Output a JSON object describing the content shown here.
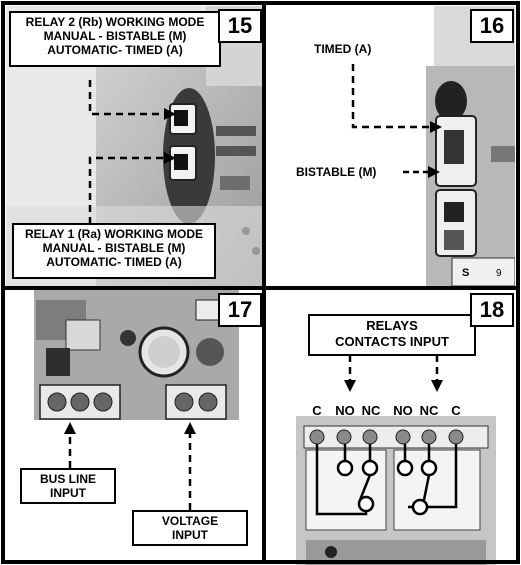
{
  "panel15": {
    "number": "15",
    "relay2_box": [
      "RELAY 2 (Rb) WORKING MODE",
      "MANUAL - BISTABLE (M)",
      "AUTOMATIC- TIMED (A)"
    ],
    "relay1_box": [
      "RELAY 1 (Ra) WORKING MODE",
      "MANUAL - BISTABLE (M)",
      "AUTOMATIC- TIMED (A)"
    ]
  },
  "panel16": {
    "number": "16",
    "timed_label": "TIMED (A)",
    "bistable_label": "BISTABLE (M)"
  },
  "panel17": {
    "number": "17",
    "bus_box": [
      "BUS LINE",
      "INPUT"
    ],
    "voltage_box": [
      "VOLTAGE",
      "INPUT"
    ]
  },
  "panel18": {
    "number": "18",
    "relays_box": [
      "RELAYS",
      "CONTACTS INPUT"
    ],
    "terminals": [
      "C",
      "NO",
      "NC",
      "NO",
      "NC",
      "C"
    ]
  }
}
